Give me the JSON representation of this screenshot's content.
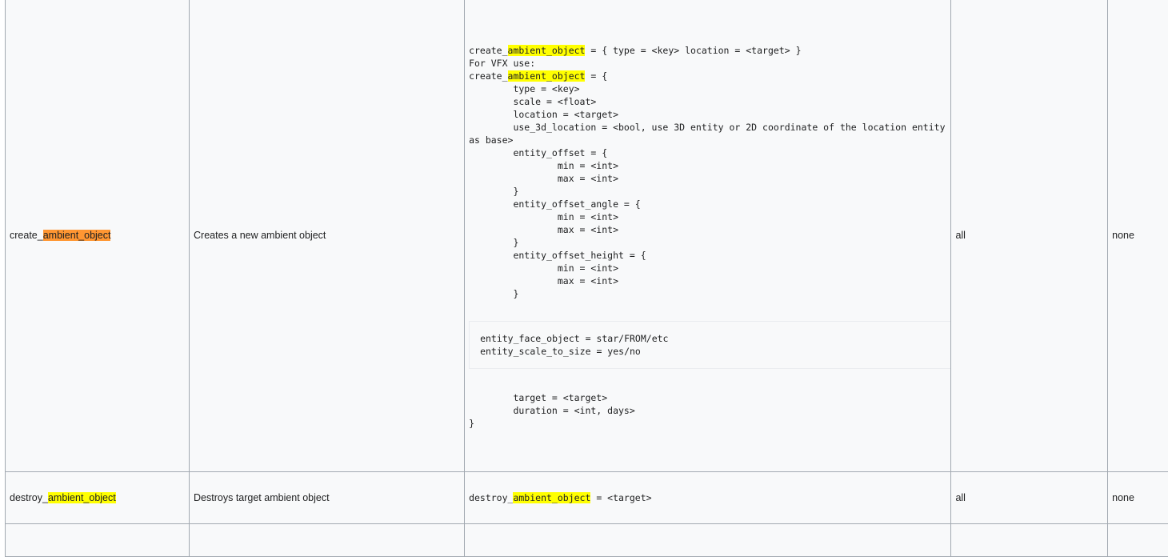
{
  "rows": [
    {
      "name_prefix": "create_",
      "name_highlight": "ambient_object",
      "description": "Creates a new ambient object",
      "code_line1_prefix": "create_",
      "code_line1_highlight": "ambient_object",
      "code_line1_suffix": " = { type = <key> location = <target> }",
      "code_line2": "For VFX use:",
      "code_line3_prefix": "create_",
      "code_line3_highlight": "ambient_object",
      "code_line3_suffix": " = {",
      "code_body": "        type = <key>\n        scale = <float>\n        location = <target>\n        use_3d_location = <bool, use 3D entity or 2D coordinate of the location entity as base>\n        entity_offset = {\n                min = <int>\n                max = <int>\n        }\n        entity_offset_angle = {\n                min = <int>\n                max = <int>\n        }\n        entity_offset_height = {\n                min = <int>\n                max = <int>\n        }",
      "code_box": "entity_face_object = star/FROM/etc\nentity_scale_to_size = yes/no",
      "code_tail": "        target = <target>\n        duration = <int, days>\n}",
      "scope": "all",
      "target": "none"
    },
    {
      "name_prefix": "destroy_",
      "name_highlight": "ambient_object",
      "description": "Destroys target ambient object",
      "code_prefix": "destroy_",
      "code_highlight": "ambient_object",
      "code_suffix": " = <target>",
      "scope": "all",
      "target": "none"
    }
  ]
}
